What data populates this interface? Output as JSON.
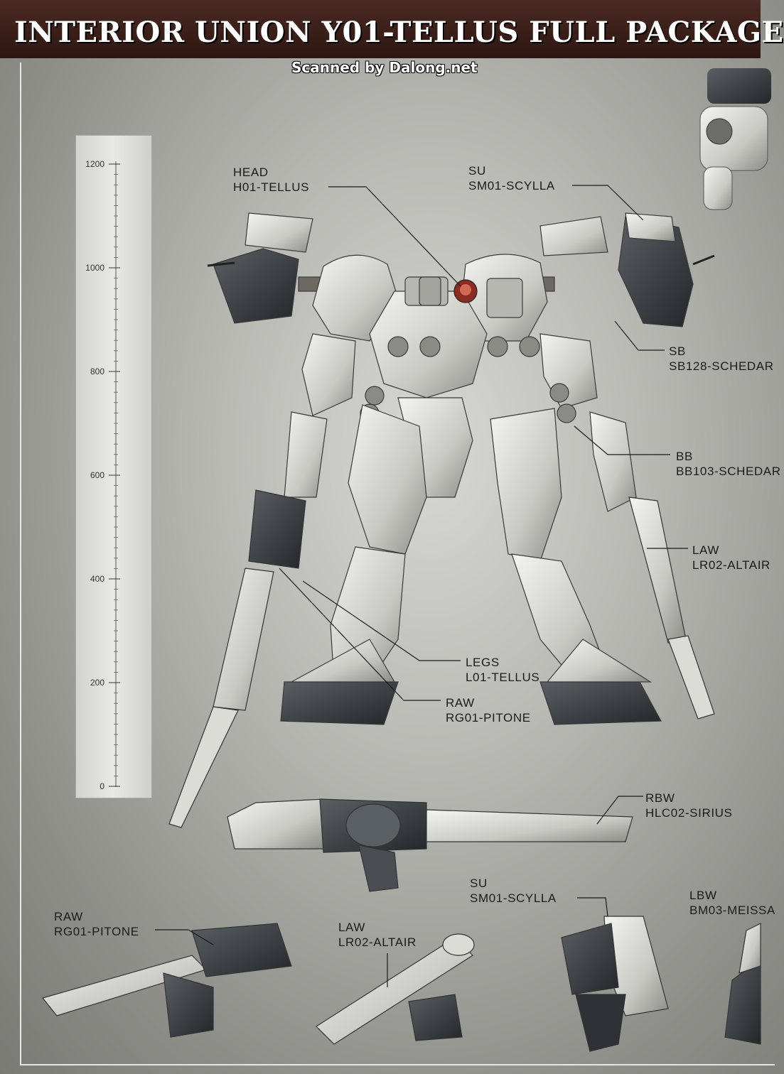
{
  "header": {
    "title": "INTERIOR UNION Y01-TELLUS FULL PACKAGE"
  },
  "watermark": "Scanned by Dalong.net",
  "ruler": {
    "ticks": [
      "1200",
      "1000",
      "800",
      "600",
      "400",
      "200",
      "0"
    ]
  },
  "callouts": [
    {
      "slot": "HEAD",
      "part": "H01-TELLUS"
    },
    {
      "slot": "SU",
      "part": "SM01-SCYLLA"
    },
    {
      "slot": "SB",
      "part": "SB128-SCHEDAR"
    },
    {
      "slot": "BB",
      "part": "BB103-SCHEDAR"
    },
    {
      "slot": "LAW",
      "part": "LR02-ALTAIR"
    },
    {
      "slot": "LEGS",
      "part": "L01-TELLUS"
    },
    {
      "slot": "RAW",
      "part": "RG01-PITONE"
    },
    {
      "slot": "RBW",
      "part": "HLC02-SIRIUS"
    },
    {
      "slot": "SU",
      "part": "SM01-SCYLLA"
    },
    {
      "slot": "LBW",
      "part": "BM03-MEISSA"
    },
    {
      "slot": "RAW",
      "part": "RG01-PITONE"
    },
    {
      "slot": "LAW",
      "part": "LR02-ALTAIR"
    }
  ]
}
